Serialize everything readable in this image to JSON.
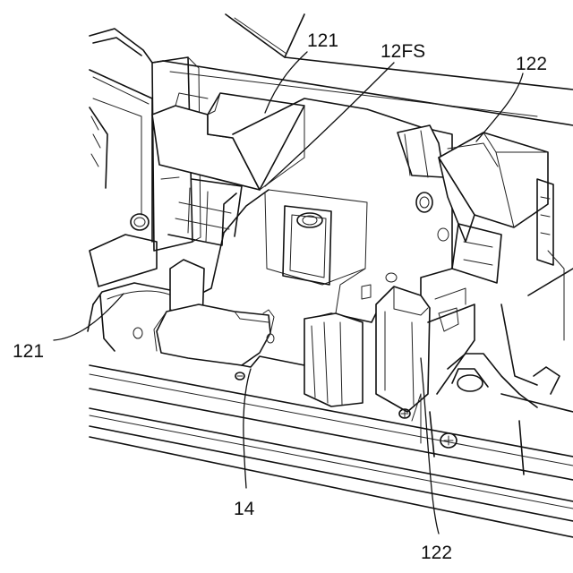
{
  "labels": {
    "ref_121_top": "121",
    "ref_12fs": "12FS",
    "ref_122_top": "122",
    "ref_121_left": "121",
    "ref_14": "14",
    "ref_122_bottom": "122"
  }
}
